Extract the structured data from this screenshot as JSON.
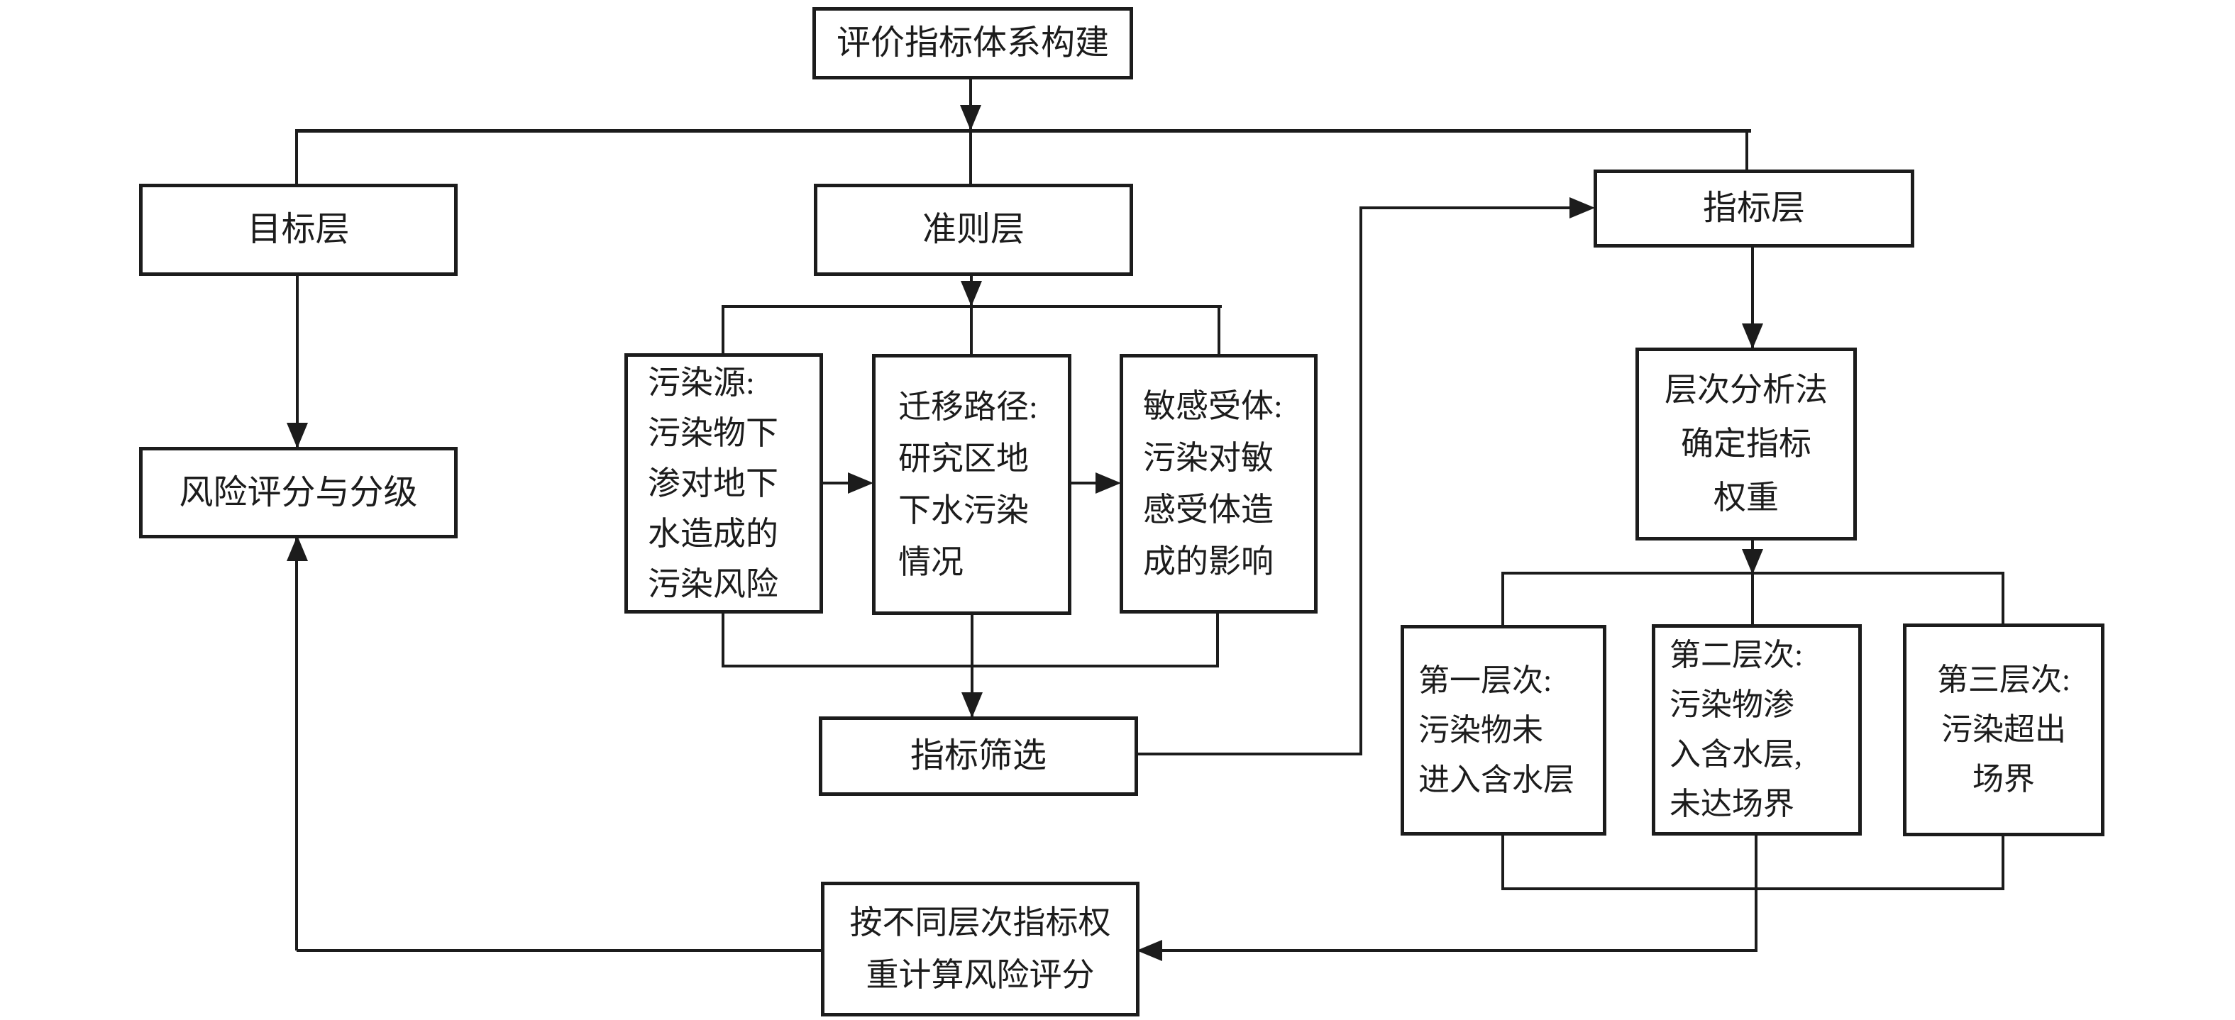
{
  "diagram": {
    "type": "flowchart",
    "language": "zh-CN",
    "colors": {
      "line": "#1c1c1c",
      "background": "#ffffff"
    },
    "nodes": {
      "system": {
        "label": "评价指标体系构建"
      },
      "goal": {
        "label": "目标层"
      },
      "criterion": {
        "label": "准则层"
      },
      "indicator": {
        "label": "指标层"
      },
      "risk": {
        "label": "风险评分与分级"
      },
      "source": {
        "label": "污染源:\n污染物下\n渗对地下\n水造成的\n污染风险"
      },
      "pathway": {
        "label": "迁移路径:\n研究区地\n下水污染\n情况"
      },
      "receptor": {
        "label": "敏感受体:\n污染对敏\n感受体造\n成的影响"
      },
      "screening": {
        "label": "指标筛选"
      },
      "ahp": {
        "label": "层次分析法\n确定指标\n权重"
      },
      "layer1": {
        "label": "第一层次:\n污染物未\n进入含水层"
      },
      "layer2": {
        "label": "第二层次:\n污染物渗\n入含水层,\n未达场界"
      },
      "layer3": {
        "label": "第三层次:\n污染超出\n场界"
      },
      "bottom": {
        "label": "按不同层次指标权\n重计算风险评分"
      }
    },
    "edges": [
      "评价指标体系构建 -> 目标层/准则层/指标层 (分配线)",
      "目标层 -> 风险评分与分级",
      "准则层 -> 污染源/迁移路径/敏感受体",
      "污染源 -> 迁移路径 -> 敏感受体",
      "污染源/迁移路径/敏感受体 -> 指标筛选",
      "指标筛选 -> 指标层",
      "指标层 -> 层次分析法确定指标权重",
      "层次分析法确定指标权重 -> 第一层次/第二层次/第三层次",
      "第一层次/第二层次/第三层次 -> 按不同层次指标权重计算风险评分",
      "按不同层次指标权重计算风险评分 -> 风险评分与分级"
    ]
  }
}
